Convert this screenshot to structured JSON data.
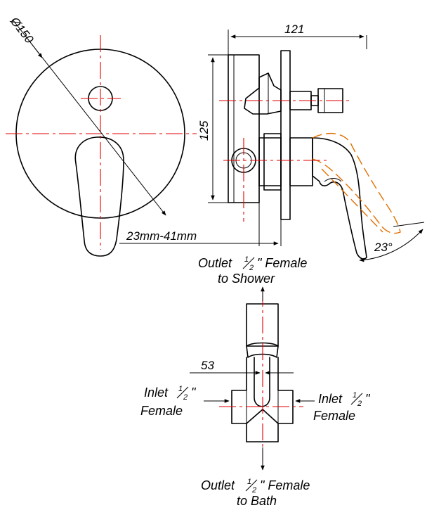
{
  "dimensions": {
    "diameter": "Ø150",
    "overall_depth": "121",
    "height": "125",
    "wall_range": "23mm-41mm",
    "angle": "23°",
    "outlet_spacing": "53"
  },
  "ports": {
    "outlet_top_line1": "Outlet",
    "outlet_top_line1_suffix": "\" Female",
    "outlet_top_line2": "to Shower",
    "inlet_left_line1": "Inlet",
    "inlet_left_suffix": "\"",
    "inlet_left_line2": "Female",
    "inlet_right_line1": "Inlet",
    "inlet_right_suffix": "\"",
    "inlet_right_line2": "Female",
    "outlet_bottom_line1": "Outlet",
    "outlet_bottom_line1_suffix": "\" Female",
    "outlet_bottom_line2": "to Bath",
    "fraction_num": "1",
    "fraction_den": "2"
  },
  "colors": {
    "outline": "#000000",
    "centerline": "#e00000",
    "alternate_position": "#e07000"
  }
}
